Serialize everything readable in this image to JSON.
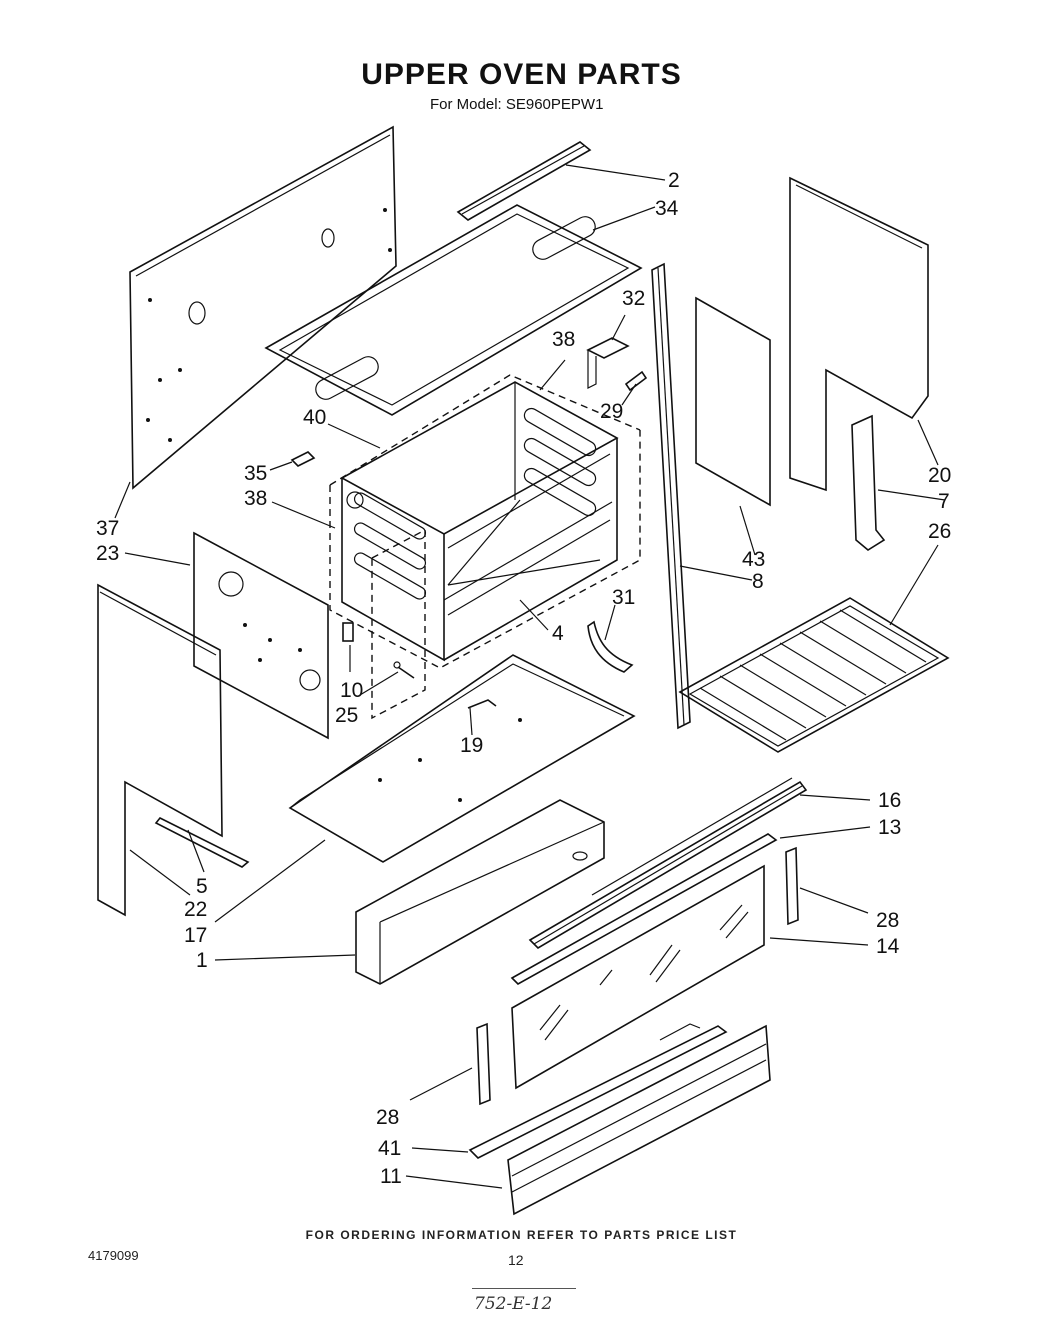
{
  "title": "UPPER OVEN PARTS",
  "subtitle": "For Model: SE960PEPW1",
  "footer_note": "FOR ORDERING INFORMATION REFER TO PARTS PRICE LIST",
  "document_number": "4179099",
  "page_number": "12",
  "handwritten_note": "752-E-12",
  "part_labels": [
    {
      "id": "p2",
      "text": "2"
    },
    {
      "id": "p34",
      "text": "34"
    },
    {
      "id": "p32",
      "text": "32"
    },
    {
      "id": "p38a",
      "text": "38"
    },
    {
      "id": "p29",
      "text": "29"
    },
    {
      "id": "p40",
      "text": "40"
    },
    {
      "id": "p35",
      "text": "35"
    },
    {
      "id": "p38b",
      "text": "38"
    },
    {
      "id": "p37",
      "text": "37"
    },
    {
      "id": "p23",
      "text": "23"
    },
    {
      "id": "p20",
      "text": "20"
    },
    {
      "id": "p7",
      "text": "7"
    },
    {
      "id": "p26",
      "text": "26"
    },
    {
      "id": "p43",
      "text": "43"
    },
    {
      "id": "p8",
      "text": "8"
    },
    {
      "id": "p31",
      "text": "31"
    },
    {
      "id": "p4",
      "text": "4"
    },
    {
      "id": "p10",
      "text": "10"
    },
    {
      "id": "p25",
      "text": "25"
    },
    {
      "id": "p19",
      "text": "19"
    },
    {
      "id": "p16",
      "text": "16"
    },
    {
      "id": "p13",
      "text": "13"
    },
    {
      "id": "p28a",
      "text": "28"
    },
    {
      "id": "p14",
      "text": "14"
    },
    {
      "id": "p5",
      "text": "5"
    },
    {
      "id": "p22",
      "text": "22"
    },
    {
      "id": "p17",
      "text": "17"
    },
    {
      "id": "p1",
      "text": "1"
    },
    {
      "id": "p28b",
      "text": "28"
    },
    {
      "id": "p41",
      "text": "41"
    },
    {
      "id": "p11",
      "text": "11"
    }
  ]
}
